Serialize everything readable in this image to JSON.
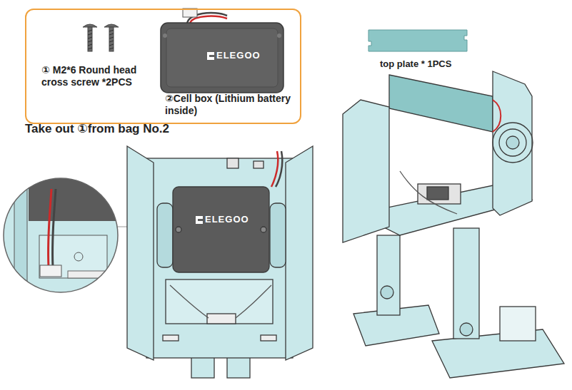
{
  "diagram": {
    "nodes": [
      {
        "text": [
          "① M2*6 Round head cross screw *2PCS",
          "②Cell box (Lithium battery inside)"
        ]
      }
    ],
    "labels": [
      "Take out ①from bag No.2",
      "top plate * 1PCS",
      "ELEGOO",
      "ELEGOO"
    ]
  }
}
